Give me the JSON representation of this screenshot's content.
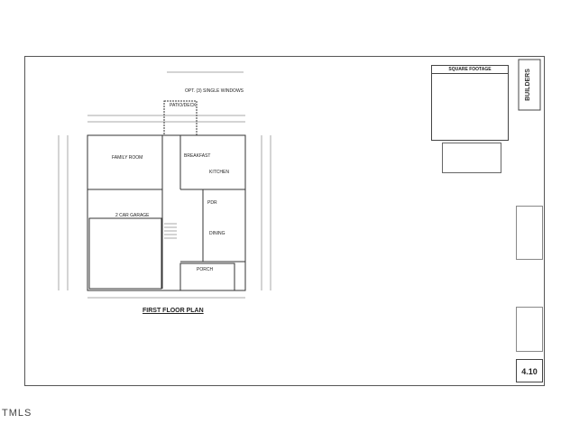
{
  "plan": {
    "title": "FIRST FLOOR PLAN",
    "rooms": {
      "family_room": "FAMILY ROOM",
      "breakfast": "BREAKFAST",
      "kitchen": "KITCHEN",
      "dining": "DINING",
      "porch": "PORCH",
      "garage": "2 CAR GARAGE",
      "patio": "PATIO/DECK",
      "pdr": "PDR"
    },
    "windows_note": "OPT. (3) SINGLE WINDOWS"
  },
  "square_footage": {
    "header": "SQUARE FOOTAGE"
  },
  "brand": {
    "logo_text": "BUILDERS"
  },
  "sheet": {
    "number": "4.10",
    "name": "FIRST FLOOR PLAN"
  },
  "watermark": {
    "text": "TMLS"
  }
}
